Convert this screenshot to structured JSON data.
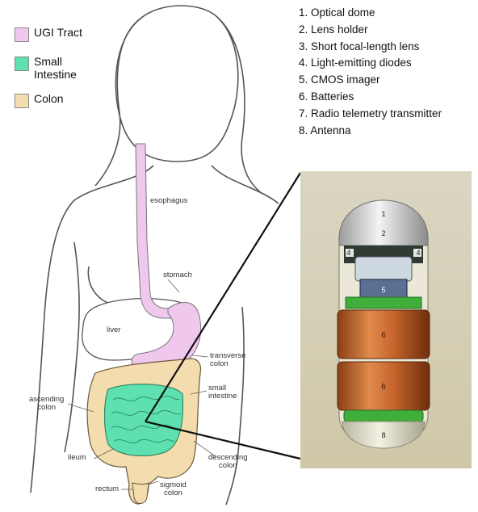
{
  "legend": [
    {
      "label": "UGI Tract",
      "color": "#f0c8ee"
    },
    {
      "label": "Small\nIntestine",
      "color": "#5ee0b0"
    },
    {
      "label": "Colon",
      "color": "#f3dcae"
    }
  ],
  "parts": [
    "1. Optical dome",
    "2. Lens holder",
    "3. Short focal-length lens",
    "4. Light-emitting diodes",
    "5. CMOS imager",
    "6. Batteries",
    "7. Radio telemetry transmitter",
    "8. Antenna"
  ],
  "organs": {
    "esophagus": "esophagus",
    "stomach": "stomach",
    "liver": "liver",
    "transverse_colon": "transverse\ncolon",
    "small_intestine": "small\nintestine",
    "ascending_colon": "ascending\ncolon",
    "descending_colon": "descending\ncolon",
    "ileum": "ileum",
    "rectum": "rectum",
    "sigmoid_colon": "sigmoid\ncolon"
  },
  "capsule_numbers": [
    "1",
    "2",
    "4",
    "4",
    "5",
    "6",
    "6",
    "8"
  ],
  "colors": {
    "ugi": "#f0c8ee",
    "small_intestine": "#5ee0b0",
    "colon": "#f3dcae",
    "capsule_copper": "#c8652e",
    "capsule_board": "#3fae3a"
  }
}
